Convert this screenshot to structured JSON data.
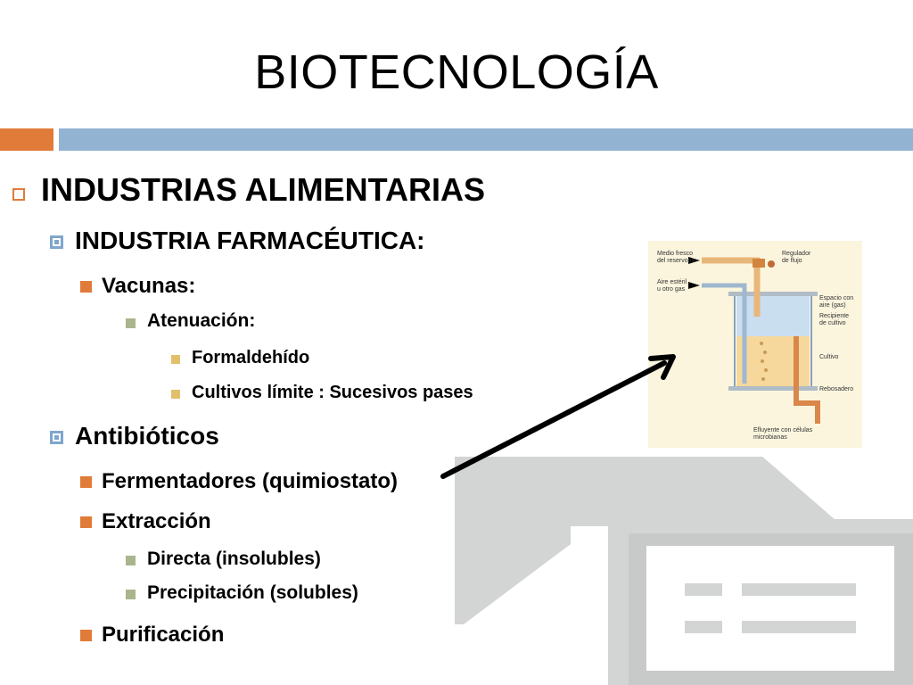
{
  "slide": {
    "title": "BIOTECNOLOGÍA"
  },
  "outline": {
    "level1": "INDUSTRIAS ALIMENTARIAS",
    "pharma": "INDUSTRIA FARMACÉUTICA:",
    "vacunas": "Vacunas:",
    "atenuacion": "Atenuación:",
    "formaldehido": "Formaldehído",
    "cultivos": "Cultivos límite : Sucesivos pases",
    "antibioticos": "Antibióticos",
    "fermentadores": "Fermentadores (quimiostato)",
    "extraccion": "Extracción",
    "directa": "Directa (insolubles)",
    "precipitacion": "Precipitación (solubles)",
    "purificacion": "Purificación"
  },
  "diagram": {
    "labels": {
      "medio": "Medio fresco",
      "medio2": "del reservorio",
      "regulador": "Regulador",
      "regulador2": "de flujo",
      "aire": "Aire estéril",
      "aire2": "u otro gas",
      "espacio": "Espacio con",
      "espacio2": "aire (gas)",
      "recipiente": "Recipiente",
      "recipiente2": "de cultivo",
      "cultivo": "Cultivo",
      "rebosadero": "Rebosadero",
      "efluente": "Efluyente con células",
      "efluente2": "microbianas"
    }
  },
  "colors": {
    "accent_orange": "#e07b39",
    "accent_blue": "#93b3d3",
    "watermark_gray": "#d3d4d4"
  }
}
